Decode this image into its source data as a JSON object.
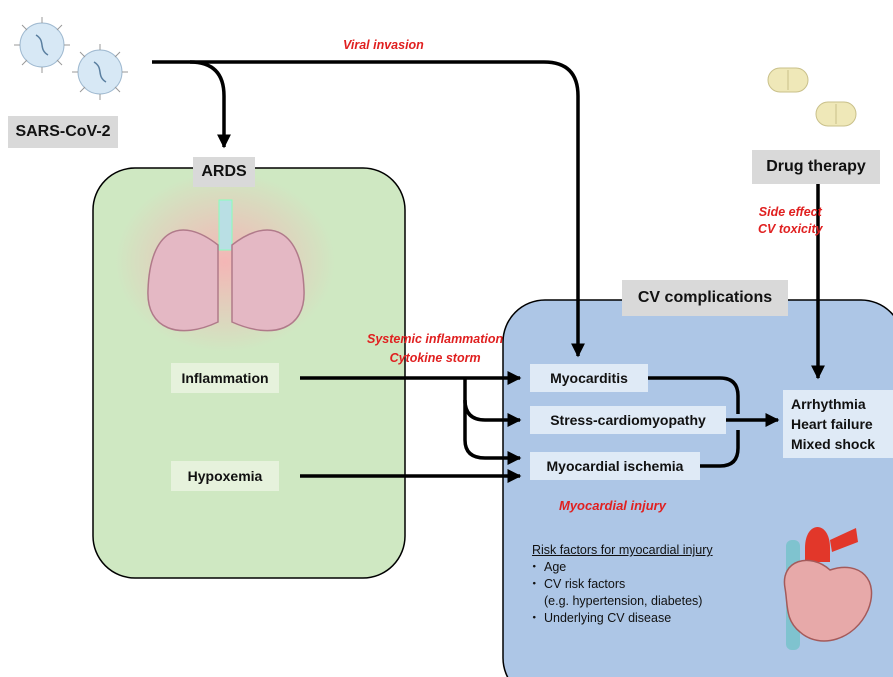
{
  "sources": {
    "virus": "SARS-CoV-2",
    "drug": "Drug therapy"
  },
  "regions": {
    "ards": "ARDS",
    "cv": "CV complications"
  },
  "ards_nodes": {
    "inflammation": "Inflammation",
    "hypoxemia": "Hypoxemia"
  },
  "cv_nodes": {
    "myocarditis": "Myocarditis",
    "stress": "Stress-cardiomyopathy",
    "ischemia": "Myocardial ischemia"
  },
  "outcomes": [
    "Arrhythmia",
    "Heart failure",
    "Mixed shock"
  ],
  "edge_labels": {
    "viral_invasion": "Viral invasion",
    "side_effect": "Side effect",
    "cv_toxicity": "CV toxicity",
    "systemic_inflammation": "Systemic inflammation",
    "cytokine_storm": "Cytokine storm",
    "myocardial_injury": "Myocardial injury"
  },
  "risk_factors": {
    "title": "Risk factors for myocardial injury",
    "items": [
      "Age",
      "CV risk factors",
      "(e.g. hypertension, diabetes)",
      "Underlying CV disease"
    ]
  },
  "colors": {
    "ards_panel": "#cfe8c2",
    "cv_panel": "#adc6e6",
    "label_gray": "#d9d9d9",
    "node_pale": "#dfeaf6",
    "emphasis_red": "#e02020"
  }
}
